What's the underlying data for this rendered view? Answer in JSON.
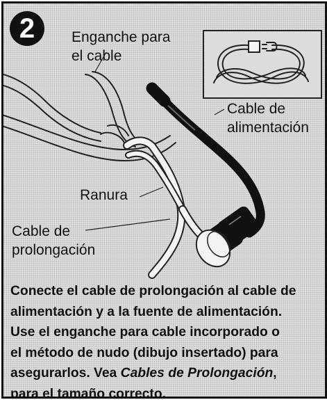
{
  "step_number": "2",
  "labels": {
    "enganche": [
      "Enganche para",
      "el cable"
    ],
    "cable_alimentacion": [
      "Cable de",
      "alimentación"
    ],
    "ranura": "Ranura",
    "cable_prolongacion": [
      "Cable de",
      "prolongación"
    ]
  },
  "caption": {
    "line1": "Conecte el cable de prolongación al cable de",
    "line2": "alimentación y a la fuente de alimentación.",
    "line3": "Use el enganche para cable incorporado o",
    "line4": "el método de nudo (dibujo insertado) para",
    "line5_pre": "asegurarlos. Vea ",
    "line5_italic": "Cables de Prolongación",
    "line5_post": ",",
    "line6": "para el tamaño correcto."
  }
}
